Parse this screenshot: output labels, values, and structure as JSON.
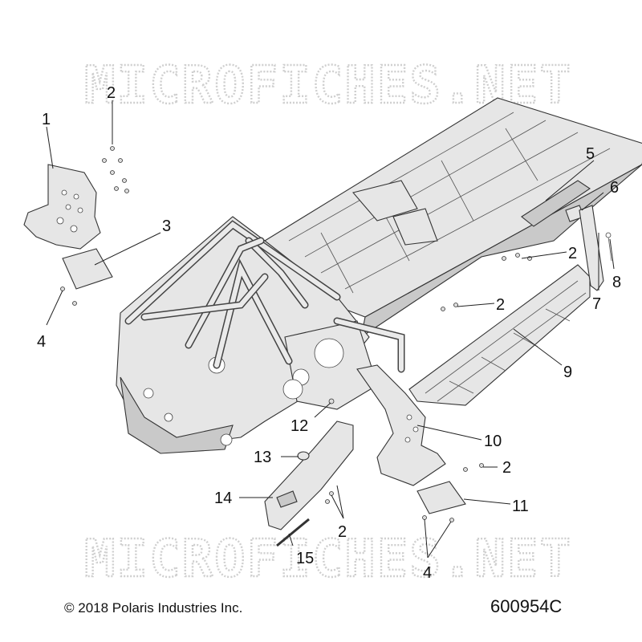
{
  "watermark": {
    "text": "MICROFICHES.NET"
  },
  "callouts": [
    {
      "id": "c1",
      "text": "1"
    },
    {
      "id": "c2a",
      "text": "2"
    },
    {
      "id": "c3",
      "text": "3"
    },
    {
      "id": "c4a",
      "text": "4"
    },
    {
      "id": "c5",
      "text": "5"
    },
    {
      "id": "c6",
      "text": "6"
    },
    {
      "id": "c2b",
      "text": "2"
    },
    {
      "id": "c8",
      "text": "8"
    },
    {
      "id": "c7",
      "text": "7"
    },
    {
      "id": "c2c",
      "text": "2"
    },
    {
      "id": "c9",
      "text": "9"
    },
    {
      "id": "c10",
      "text": "10"
    },
    {
      "id": "c12",
      "text": "12"
    },
    {
      "id": "c13",
      "text": "13"
    },
    {
      "id": "c2d",
      "text": "2"
    },
    {
      "id": "c14",
      "text": "14"
    },
    {
      "id": "c11",
      "text": "11"
    },
    {
      "id": "c2e",
      "text": "2"
    },
    {
      "id": "c15",
      "text": "15"
    },
    {
      "id": "c4b",
      "text": "4"
    }
  ],
  "footer": {
    "copyright": "© 2018 Polaris Industries Inc.",
    "drawing_number": "600954C"
  }
}
